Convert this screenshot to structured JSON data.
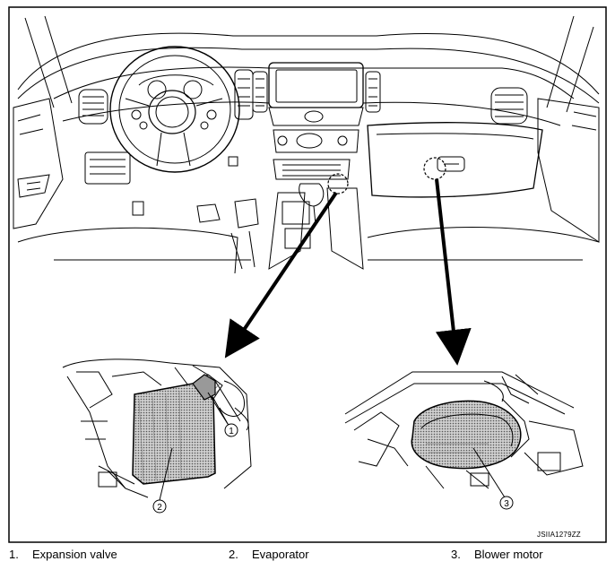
{
  "figure": {
    "code": "JSIIA1279ZZ",
    "callouts": [
      "1",
      "2",
      "3"
    ]
  },
  "legend": [
    {
      "num": "1.",
      "label": "Expansion valve"
    },
    {
      "num": "2.",
      "label": "Evaporator"
    },
    {
      "num": "3.",
      "label": "Blower motor"
    }
  ]
}
